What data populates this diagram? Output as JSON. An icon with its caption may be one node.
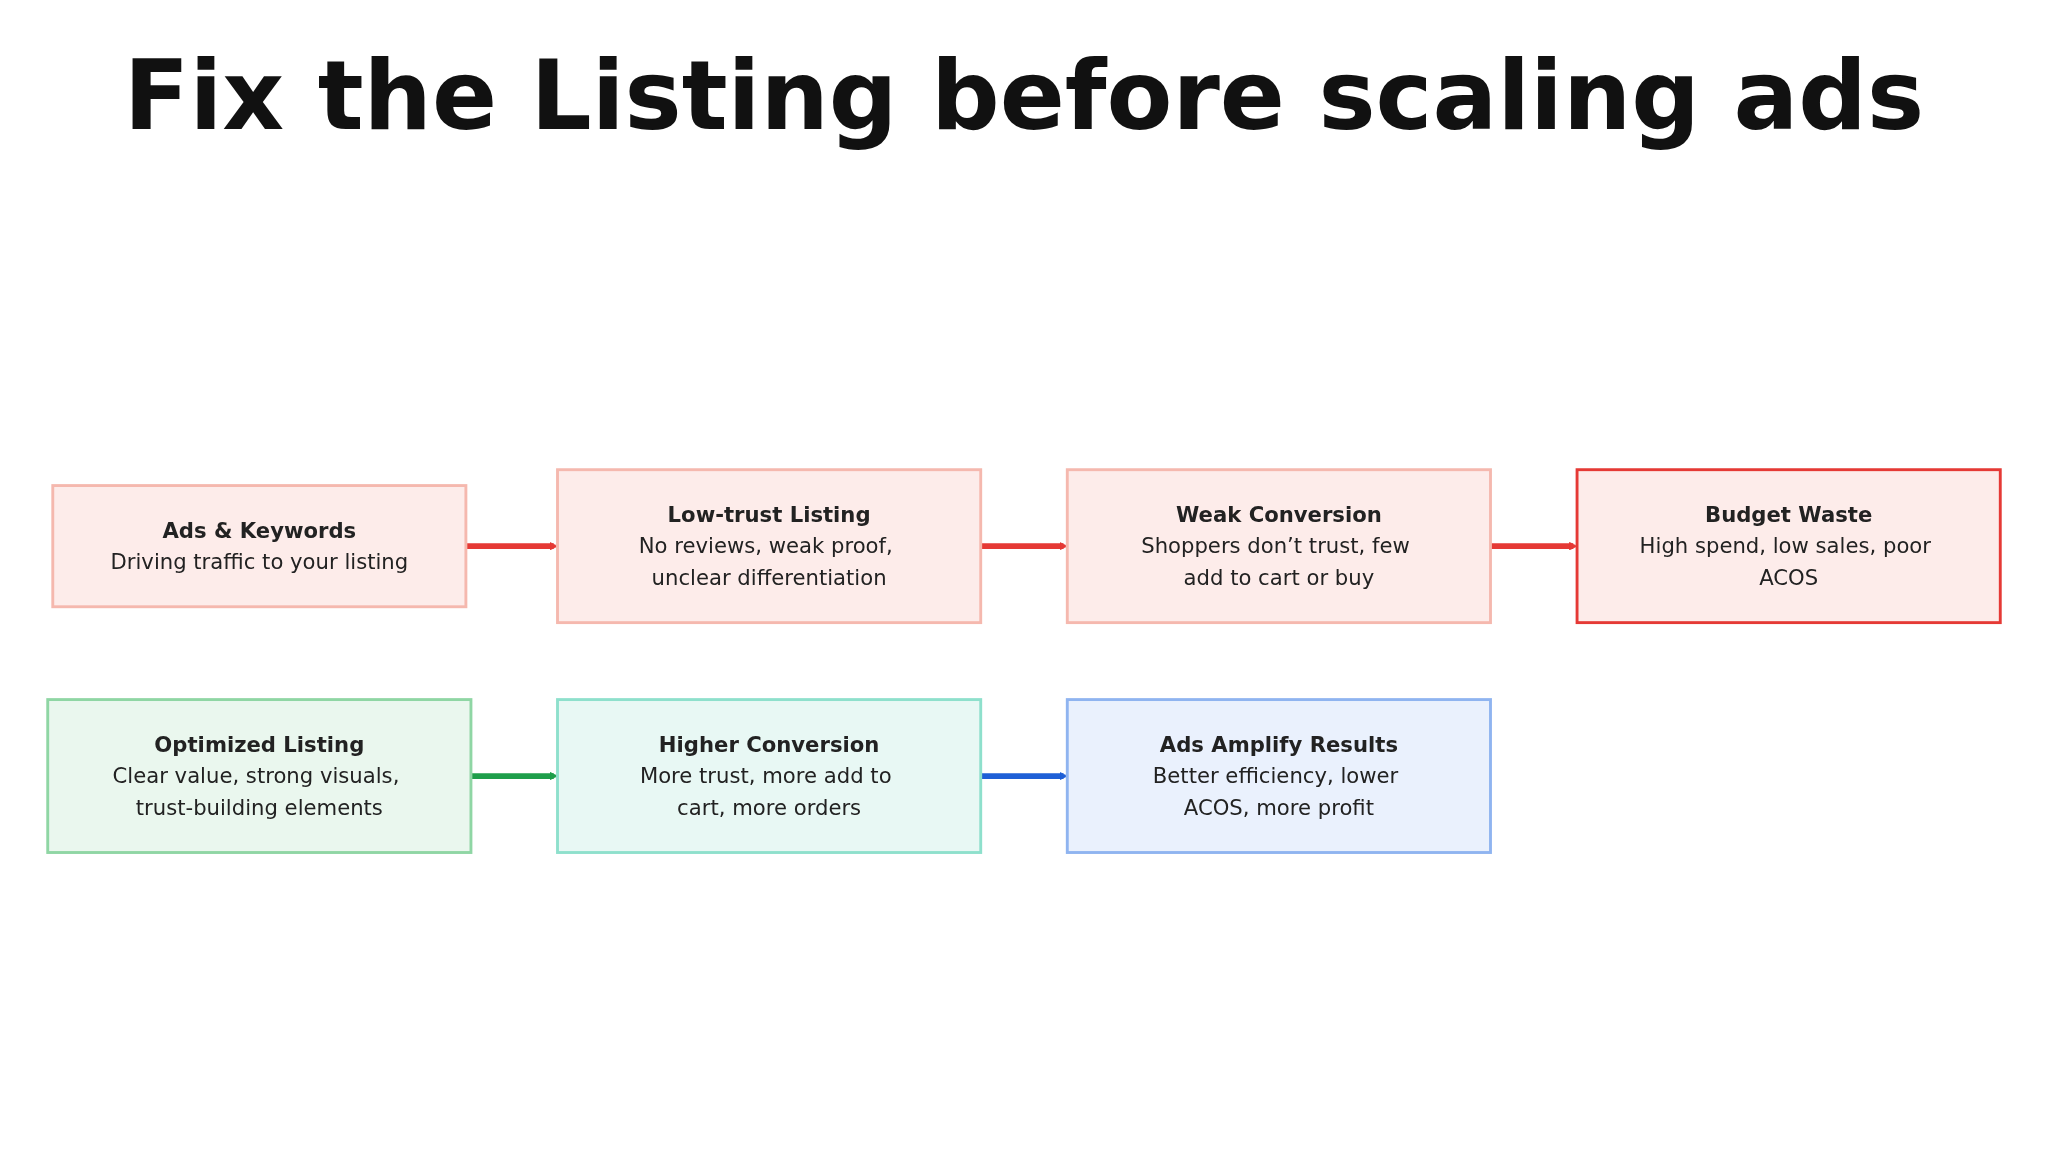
{
  "diagram": {
    "title": "Fix the Listing before scaling ads",
    "nodes": [
      {
        "text": [
          "Ads & Keywords",
          "Driving traffic to your listing"
        ]
      },
      {
        "text": [
          "Low-trust Listing",
          "No reviews, weak proof, unclear differentiation"
        ]
      },
      {
        "text": [
          "Weak Conversion",
          "Shoppers don’t trust, few add to cart or buy"
        ]
      },
      {
        "text": [
          "Budget Waste",
          "High spend, low sales, poor ACOS"
        ]
      },
      {
        "text": [
          "Optimized Listing",
          "Clear value, strong visuals, trust-building elements"
        ]
      },
      {
        "text": [
          "Higher Conversion",
          "More trust, more add to cart, more orders"
        ]
      },
      {
        "text": [
          "Ads Amplify Results",
          "Better efficiency, lower ACOS, more profit"
        ]
      }
    ],
    "edges": [
      {
        "from": 0,
        "to": 1,
        "arrow": "to"
      },
      {
        "from": 1,
        "to": 2,
        "arrow": "to"
      },
      {
        "from": 2,
        "to": 3,
        "arrow": "to"
      },
      {
        "from": 4,
        "to": 5,
        "arrow": "to",
        "color": "#1e9e4a"
      },
      {
        "from": 5,
        "to": 6,
        "arrow": "to",
        "color": "#1e5fd6"
      }
    ]
  }
}
